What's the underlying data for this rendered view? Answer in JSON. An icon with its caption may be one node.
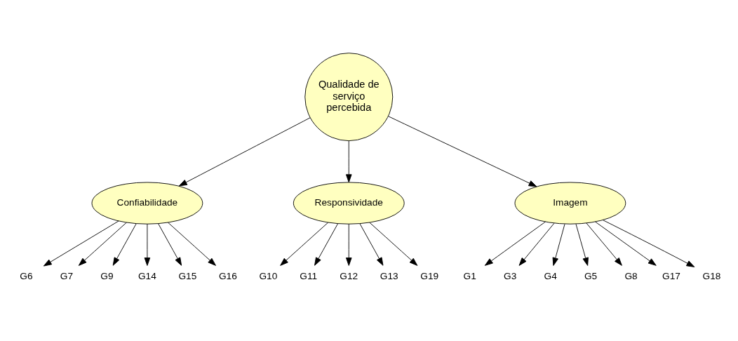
{
  "diagram": {
    "nodes": [
      {
        "text": [
          "Qualidade de serviço percebida"
        ]
      },
      {
        "text": [
          "Confiabilidade"
        ]
      },
      {
        "text": [
          "Responsividade"
        ]
      },
      {
        "text": [
          "Imagem"
        ]
      },
      {
        "text": [
          "G6"
        ]
      },
      {
        "text": [
          "G7"
        ]
      },
      {
        "text": [
          "G9"
        ]
      },
      {
        "text": [
          "G14"
        ]
      },
      {
        "text": [
          "G15"
        ]
      },
      {
        "text": [
          "G16"
        ]
      },
      {
        "text": [
          "G10"
        ]
      },
      {
        "text": [
          "G11"
        ]
      },
      {
        "text": [
          "G12"
        ]
      },
      {
        "text": [
          "G13"
        ]
      },
      {
        "text": [
          "G19"
        ]
      },
      {
        "text": [
          "G1"
        ]
      },
      {
        "text": [
          "G3"
        ]
      },
      {
        "text": [
          "G4"
        ]
      },
      {
        "text": [
          "G5"
        ]
      },
      {
        "text": [
          "G8"
        ]
      },
      {
        "text": [
          "G17"
        ]
      },
      {
        "text": [
          "G18"
        ]
      }
    ],
    "edges": [
      {
        "from": 0,
        "to": 1,
        "arrow": "to"
      },
      {
        "from": 0,
        "to": 2,
        "arrow": "to"
      },
      {
        "from": 0,
        "to": 3,
        "arrow": "to"
      },
      {
        "from": 1,
        "to": 4,
        "arrow": "to"
      },
      {
        "from": 1,
        "to": 5,
        "arrow": "to"
      },
      {
        "from": 1,
        "to": 6,
        "arrow": "to"
      },
      {
        "from": 1,
        "to": 7,
        "arrow": "to"
      },
      {
        "from": 1,
        "to": 8,
        "arrow": "to"
      },
      {
        "from": 1,
        "to": 9,
        "arrow": "to"
      },
      {
        "from": 2,
        "to": 10,
        "arrow": "to"
      },
      {
        "from": 2,
        "to": 11,
        "arrow": "to"
      },
      {
        "from": 2,
        "to": 12,
        "arrow": "to"
      },
      {
        "from": 2,
        "to": 13,
        "arrow": "to"
      },
      {
        "from": 2,
        "to": 14,
        "arrow": "to"
      },
      {
        "from": 3,
        "to": 15,
        "arrow": "to"
      },
      {
        "from": 3,
        "to": 16,
        "arrow": "to"
      },
      {
        "from": 3,
        "to": 17,
        "arrow": "to"
      },
      {
        "from": 3,
        "to": 18,
        "arrow": "to"
      },
      {
        "from": 3,
        "to": 19,
        "arrow": "to"
      },
      {
        "from": 3,
        "to": 20,
        "arrow": "to"
      },
      {
        "from": 3,
        "to": 21,
        "arrow": "to"
      }
    ]
  }
}
